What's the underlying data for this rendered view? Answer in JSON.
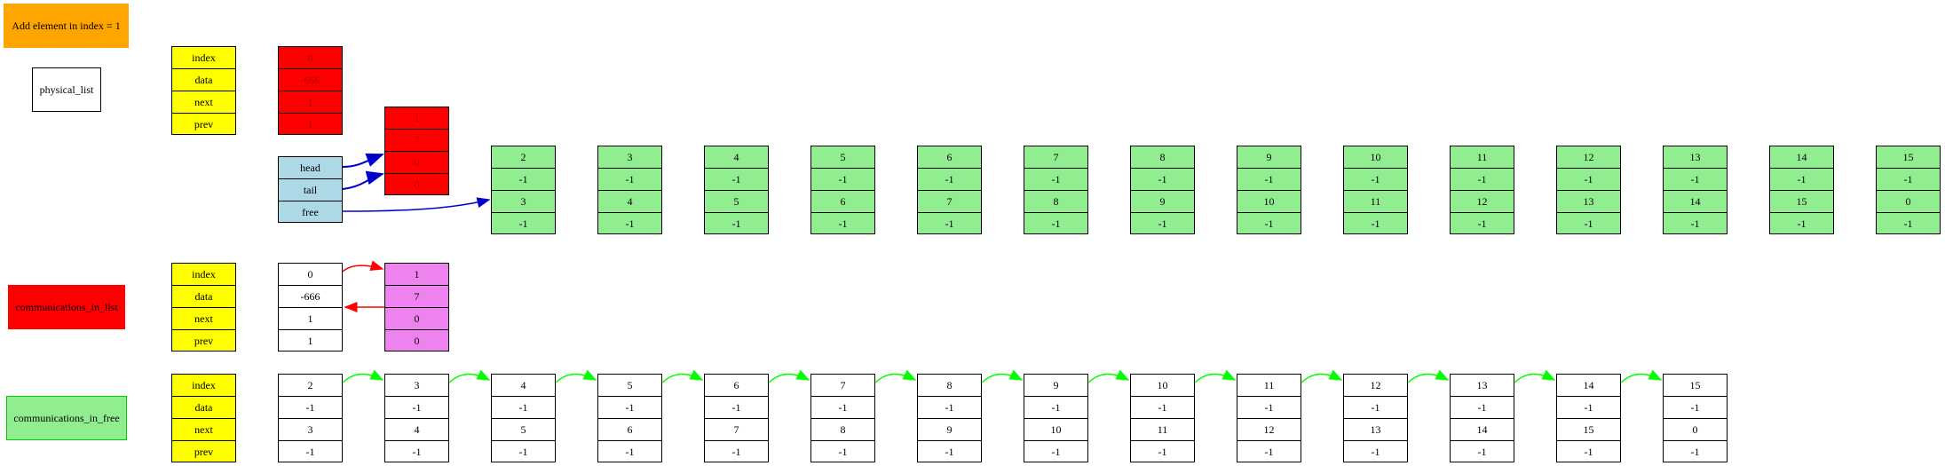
{
  "title": "Add element in index = 1",
  "physical_list_label": "physical_list",
  "comm_in_list_label": "communications_in_list",
  "comm_in_free_label": "communications_in_free",
  "field_names": [
    "index",
    "data",
    "next",
    "prev"
  ],
  "pointer_names": [
    "head",
    "tail",
    "free"
  ],
  "physical_red_a": [
    "0",
    "-666",
    "1",
    "1"
  ],
  "physical_red_b": [
    "1",
    "7",
    "0",
    "0"
  ],
  "physical_green": [
    [
      "2",
      "-1",
      "3",
      "-1"
    ],
    [
      "3",
      "-1",
      "4",
      "-1"
    ],
    [
      "4",
      "-1",
      "5",
      "-1"
    ],
    [
      "5",
      "-1",
      "6",
      "-1"
    ],
    [
      "6",
      "-1",
      "7",
      "-1"
    ],
    [
      "7",
      "-1",
      "8",
      "-1"
    ],
    [
      "8",
      "-1",
      "9",
      "-1"
    ],
    [
      "9",
      "-1",
      "10",
      "-1"
    ],
    [
      "10",
      "-1",
      "11",
      "-1"
    ],
    [
      "11",
      "-1",
      "12",
      "-1"
    ],
    [
      "12",
      "-1",
      "13",
      "-1"
    ],
    [
      "13",
      "-1",
      "14",
      "-1"
    ],
    [
      "14",
      "-1",
      "15",
      "-1"
    ],
    [
      "15",
      "-1",
      "0",
      "-1"
    ]
  ],
  "list_nodes": [
    [
      "0",
      "-666",
      "1",
      "1"
    ],
    [
      "1",
      "7",
      "0",
      "0"
    ]
  ],
  "free_nodes": [
    [
      "2",
      "-1",
      "3",
      "-1"
    ],
    [
      "3",
      "-1",
      "4",
      "-1"
    ],
    [
      "4",
      "-1",
      "5",
      "-1"
    ],
    [
      "5",
      "-1",
      "6",
      "-1"
    ],
    [
      "6",
      "-1",
      "7",
      "-1"
    ],
    [
      "7",
      "-1",
      "8",
      "-1"
    ],
    [
      "8",
      "-1",
      "9",
      "-1"
    ],
    [
      "9",
      "-1",
      "10",
      "-1"
    ],
    [
      "10",
      "-1",
      "11",
      "-1"
    ],
    [
      "11",
      "-1",
      "12",
      "-1"
    ],
    [
      "12",
      "-1",
      "13",
      "-1"
    ],
    [
      "13",
      "-1",
      "14",
      "-1"
    ],
    [
      "14",
      "-1",
      "15",
      "-1"
    ],
    [
      "15",
      "-1",
      "0",
      "-1"
    ]
  ],
  "colors": {
    "title_bg": "#ffa500",
    "field_bg": "#ffff00",
    "list_red": "#ff0000",
    "free_green": "#90ee90",
    "pointer_blue": "#add8e6",
    "list_violet": "#ee82ee",
    "arrow_blue": "#0000cd",
    "arrow_red": "#ff0000",
    "arrow_green": "#00ff00"
  }
}
